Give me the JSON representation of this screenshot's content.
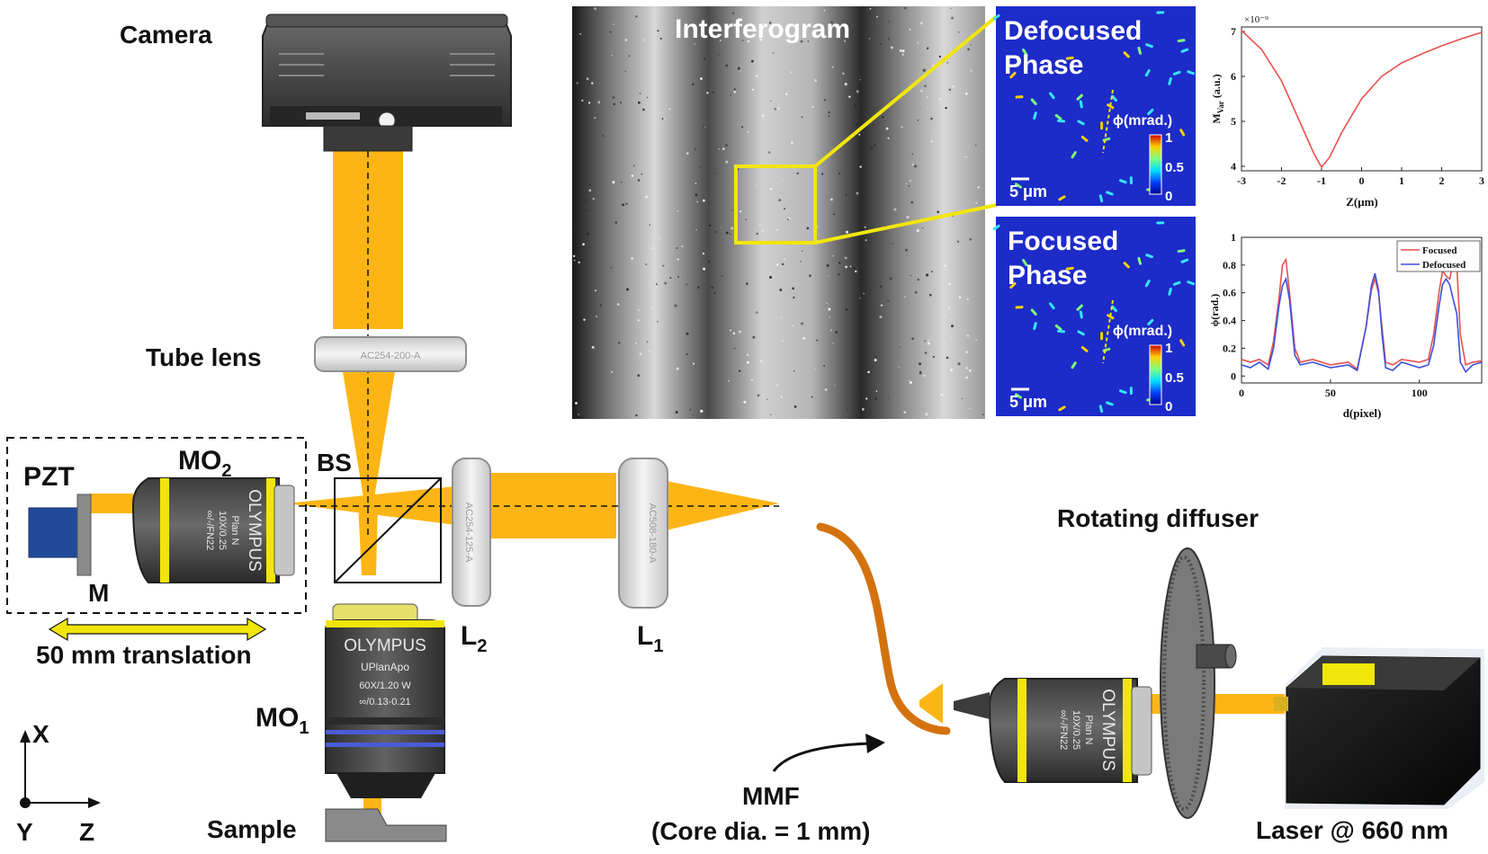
{
  "labels": {
    "camera": "Camera",
    "tube_lens": "Tube lens",
    "bs": "BS",
    "pzt": "PZT",
    "mo2": "MO",
    "mo2_sub": "2",
    "mirror": "M",
    "translation": "50 mm translation",
    "mo1": "MO",
    "mo1_sub": "1",
    "sample": "Sample",
    "l2": "L",
    "l2_sub": "2",
    "l1": "L",
    "l1_sub": "1",
    "rotating_diffuser": "Rotating diffuser",
    "mmf": "MMF",
    "mmf_core": "(Core dia. = 1 mm)",
    "laser": "Laser @ 660 nm",
    "axis_x": "X",
    "axis_y": "Y",
    "axis_z": "Z"
  },
  "optic_engravings": {
    "tube_lens": "AC254-200-A",
    "l2": "AC254-125-A",
    "l1": "AC508-180-A",
    "mo_brand": "OLYMPUS",
    "mo_small_model": "Plan N",
    "mo_small_spec": "10X/0.25",
    "mo_small_spec2": "∞/-/FN22",
    "mo_large_model": "UPlanApo",
    "mo_large_spec": "60X/1.20 W",
    "mo_large_spec2": "∞/0.13-0.21"
  },
  "panels": {
    "interferogram": "Interferogram",
    "defocused_1": "Defocused",
    "defocused_2": "Phase",
    "focused_1": "Focused",
    "focused_2": "Phase",
    "phi_label": "ϕ(mrad.)",
    "scale_bar": "5 μm",
    "cbar_top": "1",
    "cbar_mid": "0.5",
    "cbar_bot": "0"
  },
  "colors": {
    "beam": "#fdb515",
    "fiber": "#d4720f",
    "accent_yellow": "#f1e60c",
    "plot_red": "#e8514f",
    "plot_blue": "#3b4fe0",
    "pzt_blue": "#214a9a"
  },
  "chart_data": [
    {
      "type": "line",
      "title": "",
      "xlabel": "Z(μm)",
      "ylabel": "M_Var (a.u.)",
      "y_exponent": "×10⁻⁹",
      "xlim": [
        -3,
        3
      ],
      "ylim": [
        3.9,
        7.1
      ],
      "xticks": [
        "-3",
        "-2",
        "-1",
        "0",
        "1",
        "2",
        "3"
      ],
      "yticks": [
        "4",
        "5",
        "6",
        "7"
      ],
      "series": [
        {
          "name": "",
          "color": "#e8514f",
          "x": [
            -3,
            -2.5,
            -2,
            -1.5,
            -1.2,
            -1,
            -0.8,
            -0.5,
            0,
            0.5,
            1,
            1.5,
            2,
            2.5,
            3
          ],
          "y": [
            7.02,
            6.6,
            5.9,
            4.9,
            4.3,
            3.98,
            4.2,
            4.75,
            5.5,
            6.0,
            6.3,
            6.5,
            6.68,
            6.84,
            6.98
          ]
        }
      ]
    },
    {
      "type": "line",
      "title": "",
      "xlabel": "d(pixel)",
      "ylabel": "ϕ(rad.)",
      "xlim": [
        0,
        135
      ],
      "ylim": [
        -0.05,
        1
      ],
      "xticks": [
        "0",
        "50",
        "100"
      ],
      "yticks": [
        "0",
        "0.2",
        "0.4",
        "0.6",
        "0.8",
        "1"
      ],
      "legend": "top-right",
      "series": [
        {
          "name": "Focused",
          "color": "#e8514f",
          "x": [
            0,
            5,
            10,
            15,
            18,
            21,
            23,
            25,
            27,
            30,
            33,
            40,
            50,
            60,
            65,
            70,
            73,
            75,
            77,
            79,
            81,
            85,
            90,
            100,
            105,
            108,
            111,
            113,
            115,
            117,
            119,
            121,
            123,
            126,
            130,
            135
          ],
          "y": [
            0.12,
            0.1,
            0.12,
            0.08,
            0.25,
            0.55,
            0.8,
            0.84,
            0.6,
            0.2,
            0.1,
            0.12,
            0.08,
            0.1,
            0.05,
            0.35,
            0.62,
            0.7,
            0.6,
            0.35,
            0.1,
            0.08,
            0.12,
            0.1,
            0.12,
            0.3,
            0.6,
            0.76,
            0.72,
            0.7,
            0.82,
            0.8,
            0.3,
            0.08,
            0.1,
            0.11
          ]
        },
        {
          "name": "Defocused",
          "color": "#3b4fe0",
          "x": [
            0,
            5,
            10,
            15,
            18,
            21,
            23,
            25,
            27,
            30,
            33,
            40,
            50,
            60,
            65,
            70,
            73,
            75,
            77,
            79,
            81,
            85,
            90,
            100,
            105,
            108,
            111,
            113,
            115,
            117,
            119,
            121,
            123,
            126,
            130,
            135
          ],
          "y": [
            0.08,
            0.06,
            0.1,
            0.05,
            0.2,
            0.5,
            0.65,
            0.7,
            0.55,
            0.15,
            0.08,
            0.1,
            0.06,
            0.08,
            0.04,
            0.35,
            0.65,
            0.74,
            0.62,
            0.3,
            0.06,
            0.04,
            0.1,
            0.06,
            0.08,
            0.22,
            0.5,
            0.66,
            0.7,
            0.66,
            0.55,
            0.45,
            0.1,
            0.03,
            0.08,
            0.1
          ]
        }
      ]
    }
  ]
}
